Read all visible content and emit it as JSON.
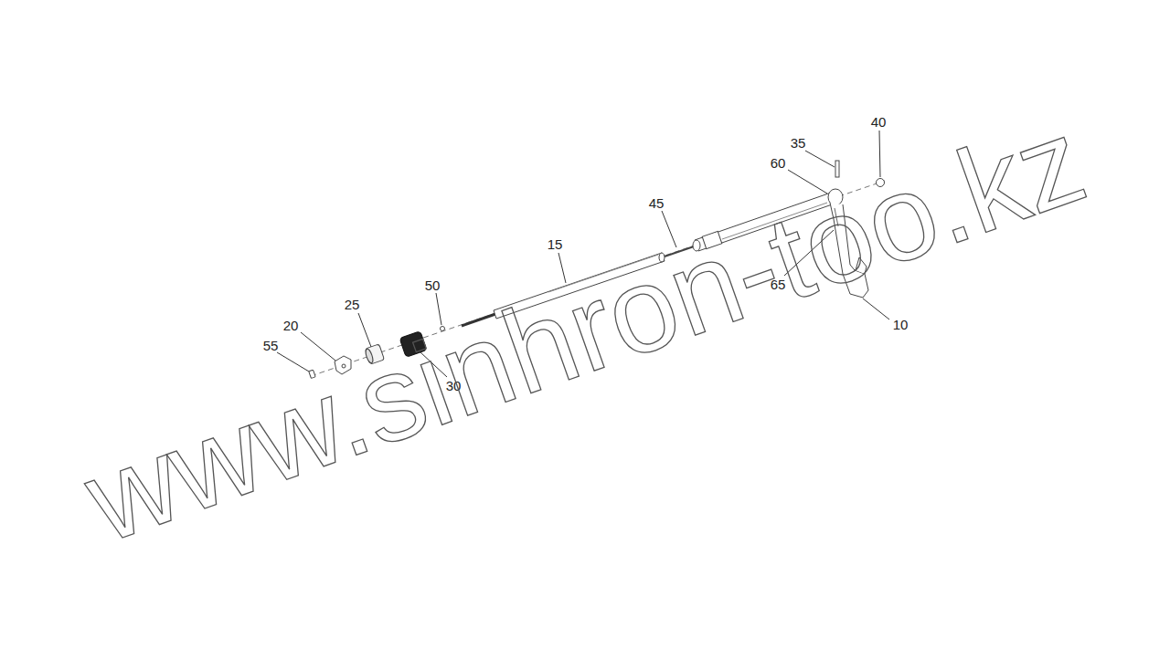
{
  "diagram": {
    "labels": [
      "40",
      "35",
      "60",
      "45",
      "15",
      "65",
      "10",
      "50",
      "25",
      "20",
      "55",
      "30",
      "www.sinhron-too.kz"
    ]
  }
}
